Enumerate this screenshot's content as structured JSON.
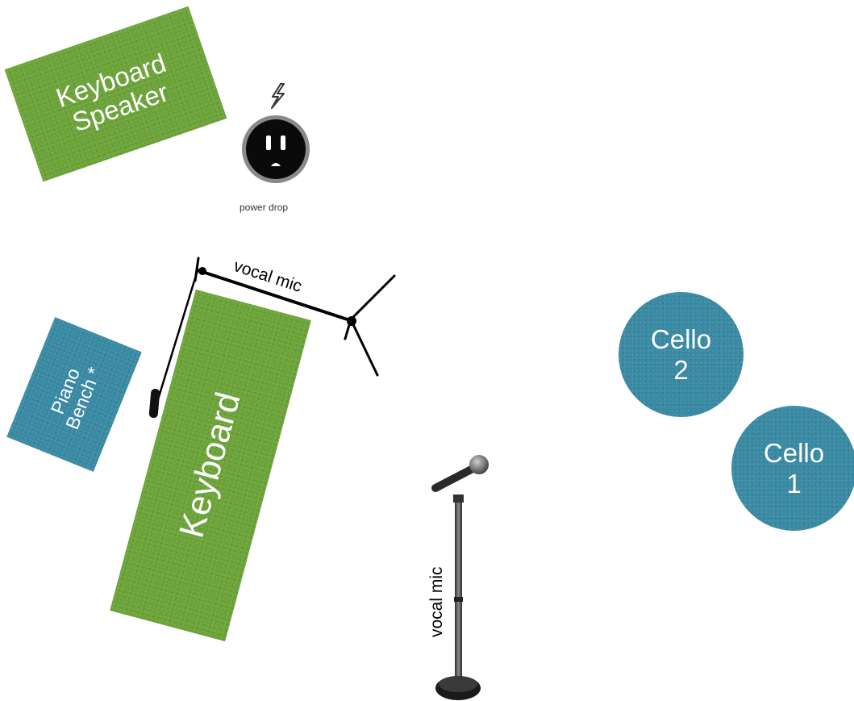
{
  "items": {
    "keyboard_speaker": {
      "line1": "Keyboard",
      "line2": "Speaker"
    },
    "power_drop": {
      "label": "power drop"
    },
    "vocal_mic_boom": {
      "label": "vocal mic"
    },
    "piano_bench": {
      "line1": "Piano",
      "line2": "Bench *"
    },
    "keyboard": {
      "label": "Keyboard"
    },
    "cello_2": {
      "line1": "Cello",
      "line2": "2"
    },
    "cello_1": {
      "line1": "Cello",
      "line2": "1"
    },
    "vocal_mic_stand": {
      "label": "vocal mic"
    }
  },
  "colors": {
    "green": "#6ca43a",
    "blue": "#3a8aa4",
    "text_on_block": "#ffffff"
  }
}
